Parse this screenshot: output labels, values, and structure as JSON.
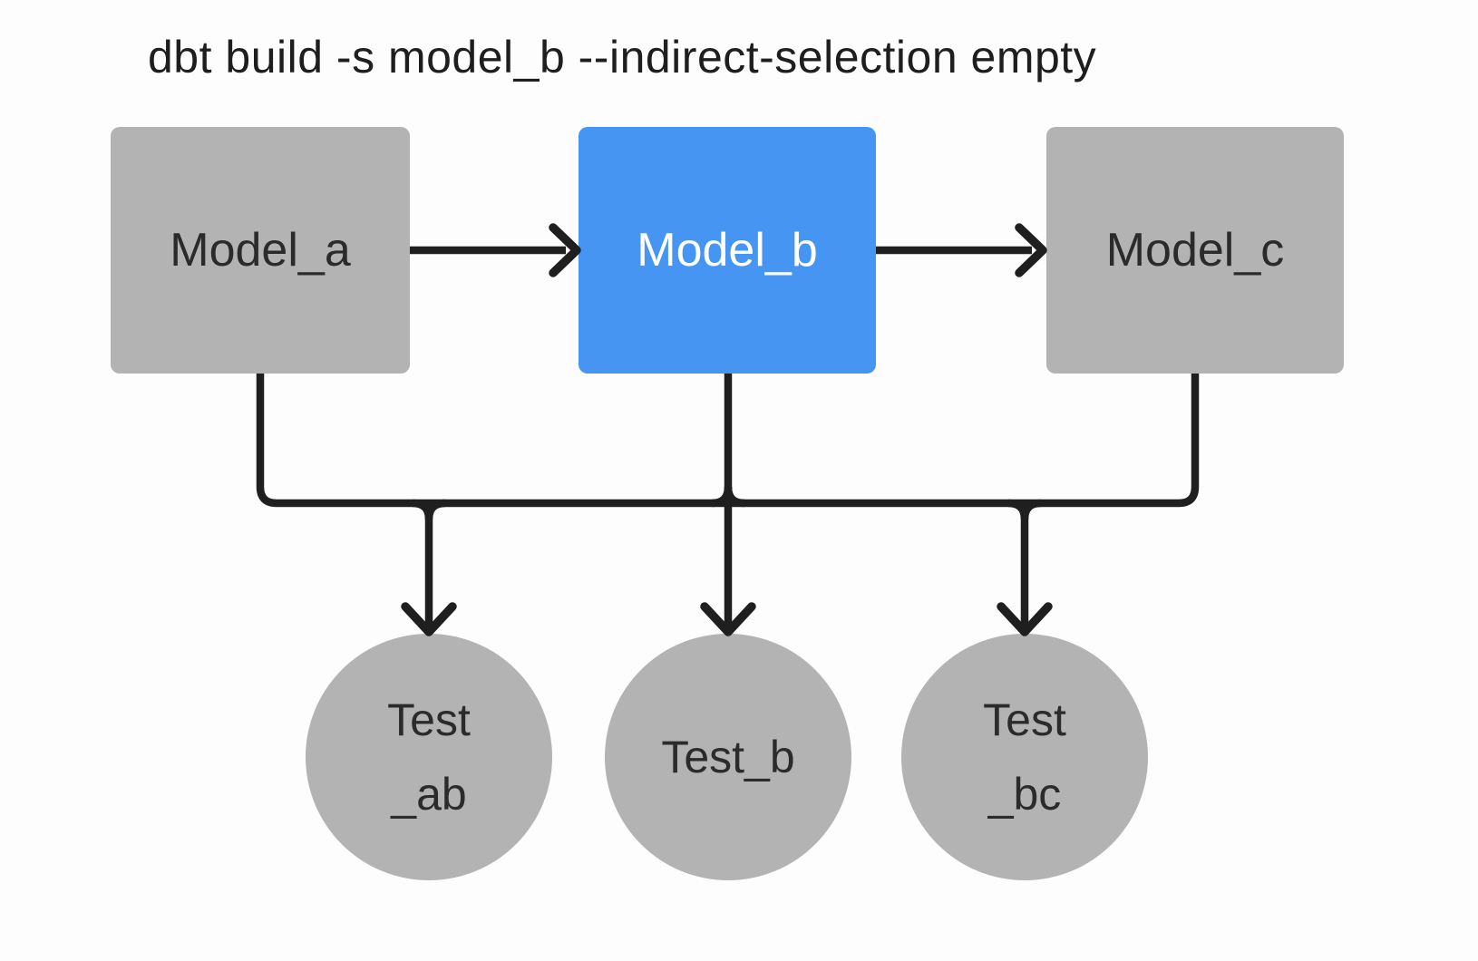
{
  "title": "dbt build -s model_b --indirect-selection empty",
  "colors": {
    "background": "#FDFDFD",
    "node_gray": "#B3B3B3",
    "node_selected_blue": "#4795F2",
    "line_dark": "#1F1F1F",
    "text_dark": "#2B2B2B",
    "text_title": "#1E1E1E",
    "text_on_selected": "#FFFFFF"
  },
  "diagram": {
    "models": [
      {
        "id": "model_a",
        "label": "Model_a",
        "state": "unselected"
      },
      {
        "id": "model_b",
        "label": "Model_b",
        "state": "selected"
      },
      {
        "id": "model_c",
        "label": "Model_c",
        "state": "unselected"
      }
    ],
    "tests": [
      {
        "id": "test_ab",
        "lines": [
          "Test",
          "_ab"
        ]
      },
      {
        "id": "test_b",
        "lines": [
          "Test_b"
        ]
      },
      {
        "id": "test_bc",
        "lines": [
          "Test",
          "_bc"
        ]
      }
    ],
    "edges": [
      {
        "from": "model_a",
        "to": "model_b"
      },
      {
        "from": "model_b",
        "to": "model_c"
      },
      {
        "from": "model_a",
        "to": "test_ab"
      },
      {
        "from": "model_b",
        "to": "test_ab"
      },
      {
        "from": "model_b",
        "to": "test_b"
      },
      {
        "from": "model_b",
        "to": "test_bc"
      },
      {
        "from": "model_c",
        "to": "test_bc"
      }
    ]
  }
}
